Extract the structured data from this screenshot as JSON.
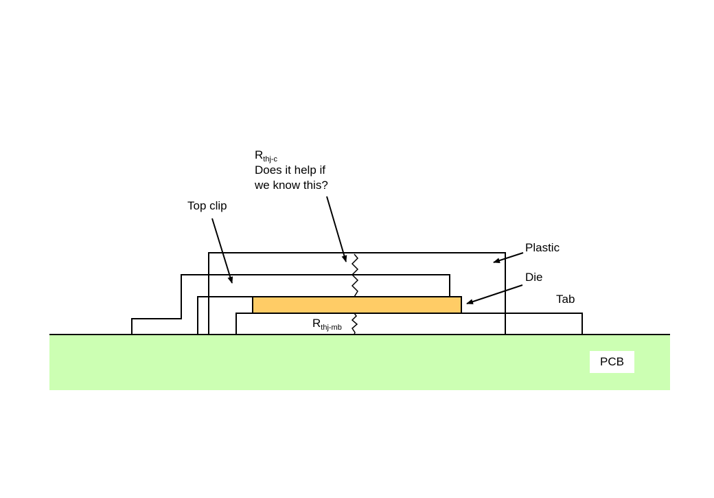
{
  "diagram": {
    "colors": {
      "pcb_fill": "#CCFFB3",
      "die_fill": "#FFCC66",
      "line": "#000000",
      "background": "#FFFFFF"
    },
    "labels": {
      "rthj_c_main": "R",
      "rthj_c_sub": "thj-c",
      "question_line1": "Does it help if",
      "question_line2": "we know this?",
      "top_clip": "Top clip",
      "plastic": "Plastic",
      "die": "Die",
      "tab": "Tab",
      "rthj_mb_main": "R",
      "rthj_mb_sub": "thj-mb",
      "pcb": "PCB"
    }
  }
}
